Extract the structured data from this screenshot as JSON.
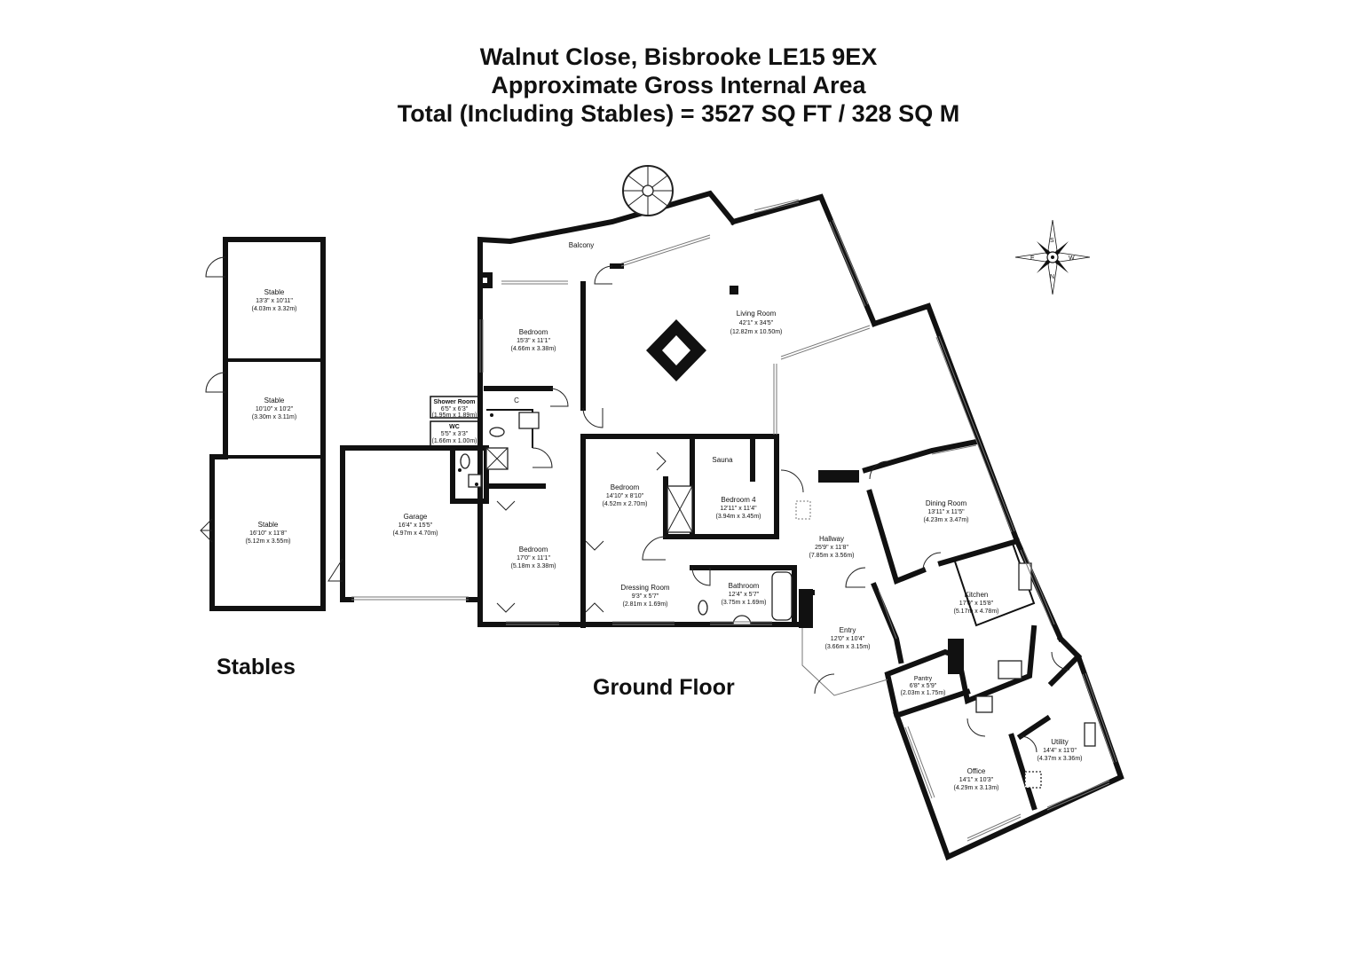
{
  "header": {
    "line1": "Walnut Close, Bisbrooke LE15 9EX",
    "line2": "Approximate Gross Internal Area",
    "line3": "Total (Including Stables) = 3527 SQ FT /  328 SQ M"
  },
  "labels": {
    "stables": "Stables",
    "ground_floor": "Ground Floor"
  },
  "compass": {
    "n": "N",
    "s": "S",
    "e": "E",
    "w": "W"
  },
  "rooms": {
    "stable1": {
      "name": "Stable",
      "imperial": "13'3\" x 10'11\"",
      "metric": "(4.03m x 3.32m)"
    },
    "stable2": {
      "name": "Stable",
      "imperial": "10'10\" x 10'2\"",
      "metric": "(3.30m x 3.11m)"
    },
    "stable3": {
      "name": "Stable",
      "imperial": "16'10\" x 11'8\"",
      "metric": "(5.12m x 3.55m)"
    },
    "garage": {
      "name": "Garage",
      "imperial": "16'4\" x 15'5\"",
      "metric": "(4.97m x 4.70m)"
    },
    "shower": {
      "name": "Shower Room",
      "imperial": "6'5\" x 6'3\"",
      "metric": "(1.95m x 1.89m)"
    },
    "wc": {
      "name": "WC",
      "imperial": "5'5\" x 3'3\"",
      "metric": "(1.66m x 1.00m)"
    },
    "balcony": {
      "name": "Balcony"
    },
    "bedroom_top": {
      "name": "Bedroom",
      "imperial": "15'3\" x 11'1\"",
      "metric": "(4.66m x 3.38m)"
    },
    "cupboard": {
      "name": "C"
    },
    "living": {
      "name": "Living Room",
      "imperial": "42'1\" x 34'5\"",
      "metric": "(12.82m x 10.50m)"
    },
    "bedroom_mid": {
      "name": "Bedroom",
      "imperial": "14'10\" x 8'10\"",
      "metric": "(4.52m x 2.70m)"
    },
    "sauna": {
      "name": "Sauna"
    },
    "bedroom4": {
      "name": "Bedroom 4",
      "imperial": "12'11\" x 11'4\"",
      "metric": "(3.94m x 3.45m)"
    },
    "bedroom_low": {
      "name": "Bedroom",
      "imperial": "17'0\" x 11'1\"",
      "metric": "(5.18m x 3.38m)"
    },
    "dressing": {
      "name": "Dressing Room",
      "imperial": "9'3\" x 5'7\"",
      "metric": "(2.81m x 1.69m)"
    },
    "bathroom": {
      "name": "Bathroom",
      "imperial": "12'4\" x 5'7\"",
      "metric": "(3.75m x 1.69m)"
    },
    "hallway": {
      "name": "Hallway",
      "imperial": "25'9\" x 11'8\"",
      "metric": "(7.85m x 3.56m)"
    },
    "dining": {
      "name": "Dining Room",
      "imperial": "13'11\" x 11'5\"",
      "metric": "(4.23m x 3.47m)"
    },
    "kitchen": {
      "name": "Kitchen",
      "imperial": "17'0\" x 15'8\"",
      "metric": "(5.17m x 4.78m)"
    },
    "entry": {
      "name": "Entry",
      "imperial": "12'0\" x 10'4\"",
      "metric": "(3.66m x 3.15m)"
    },
    "pantry": {
      "name": "Pantry",
      "imperial": "6'8\" x 5'9\"",
      "metric": "(2.03m x 1.75m)"
    },
    "utility": {
      "name": "Utility",
      "imperial": "14'4\" x 11'0\"",
      "metric": "(4.37m x 3.36m)"
    },
    "office": {
      "name": "Office",
      "imperial": "14'1\" x 10'3\"",
      "metric": "(4.29m x 3.13m)"
    }
  }
}
